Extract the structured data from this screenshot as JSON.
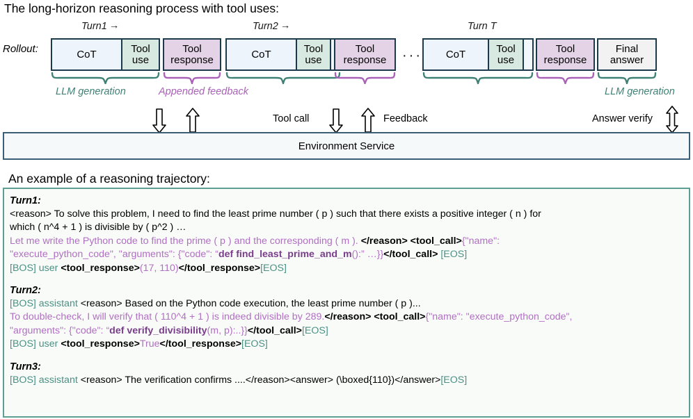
{
  "headings": {
    "process": "The long-horizon reasoning process with tool uses:",
    "example": "An example of a reasoning trajectory:"
  },
  "diagram": {
    "rollout_label": "Rollout:",
    "turn_labels": [
      {
        "text": "Turn1",
        "arrow": "→"
      },
      {
        "text": "Turn2",
        "arrow": "→"
      },
      {
        "text": "Turn T",
        "arrow": ""
      }
    ],
    "ellipsis": "···",
    "boxes": [
      {
        "kind": "generation",
        "cells": [
          "CoT",
          "Tool\nuse"
        ]
      },
      {
        "kind": "response",
        "cells": [
          "Tool\nresponse"
        ]
      },
      {
        "kind": "generation",
        "cells": [
          "CoT",
          "Tool\nuse",
          ""
        ]
      },
      {
        "kind": "response",
        "cells": [
          "Tool\nresponse"
        ]
      },
      {
        "kind": "generation",
        "cells": [
          "CoT",
          "Tool\nuse",
          ""
        ]
      },
      {
        "kind": "response",
        "cells": [
          "Tool\nresponse"
        ]
      },
      {
        "kind": "final",
        "cells": [
          "Final\nanswer"
        ]
      }
    ],
    "brace_labels": [
      {
        "text": "LLM generation",
        "color": "green"
      },
      {
        "text": "Appended feedback",
        "color": "purple"
      },
      {
        "text": "LLM generation",
        "color": "green"
      }
    ],
    "arrow_texts": [
      "Tool call",
      "Feedback",
      "Answer verify"
    ],
    "env_service": "Environment Service"
  },
  "trajectory": {
    "turn1_head": "Turn1:",
    "turn2_head": "Turn2:",
    "turn3_head": "Turn3:",
    "t1_l1_a": "<reason> To solve this problem, I need to find the least prime number ( p ) such that there exists a positive integer ( n ) for",
    "t1_l1_b": "which ( n^4 + 1 ) is divisible by ( p^2 ) …",
    "t1_l2_purple": "Let me write the Python code to find the prime ( p ) and the corresponding ( m ). ",
    "t1_l2_tags": "</reason> <tool_call>",
    "t1_l2_json": "{\"name\":",
    "t1_l3_json": "\"execute_python_code\", \"arguments\": {\"code\": “",
    "t1_l3_code": "def find_least_prime_and_m",
    "t1_l3_code_tail": "():” …}}",
    "t1_l3_tags": "</tool_call>",
    "t1_l3_eos": "[EOS]",
    "t1_l4_bos": "[BOS] user ",
    "t1_l4_tag_open": "<tool_response>",
    "t1_l4_val": "(17, 110)",
    "t1_l4_tag_close": "</tool_response>",
    "t1_l4_eos": "[EOS]",
    "t2_l1_bos": "[BOS] assistant ",
    "t2_l1_text": "<reason> Based on the Python code execution, the least prime number ( p )...",
    "t2_l2_purple": "To double-check, I will verify that ( 110^4 + 1 ) is indeed divisible by 289.",
    "t2_l2_tags": "</reason> <tool_call>",
    "t2_l2_json": "{\"name\": \"execute_python_code\",",
    "t2_l3_json": "\"arguments\": {\"code\": “",
    "t2_l3_code": "def verify_divisibility",
    "t2_l3_code_tail": "(m, p):..}}",
    "t2_l3_tags": "</tool_call>",
    "t2_l3_eos": "[EOS]",
    "t2_l4_bos": "[BOS] user ",
    "t2_l4_tag_open": "<tool_response>",
    "t2_l4_val": "True",
    "t2_l4_tag_close": "</tool_response>",
    "t2_l4_eos": "[EOS]",
    "t3_l1_bos": "[BOS] assistant ",
    "t3_l1_text": "<reason> The verification confirms ....</reason><answer> (\\boxed{110})</answer>",
    "t3_l1_eos": "[EOS]"
  },
  "colors": {
    "box_border": "#1b3a4b",
    "cot_fill": "#eef4fb",
    "tool_fill": "#d7e9e0",
    "response_fill": "#e4d2e6",
    "final_fill": "#f2f2f2",
    "brace_green": "#3f8175",
    "brace_purple": "#a962b8",
    "env_border": "#3b5f77",
    "traj_border": "#5f9e92",
    "token_teal": "#4a9184",
    "prose_purple": "#b26fc4"
  }
}
